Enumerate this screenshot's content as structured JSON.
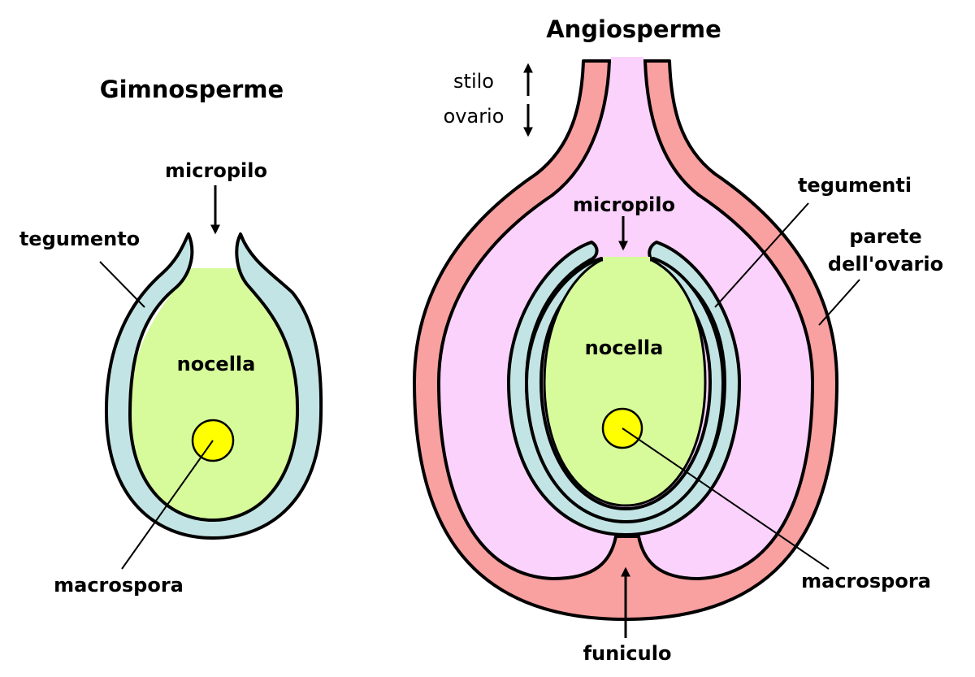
{
  "colors": {
    "nucellus": "#d7fb9b",
    "integument": "#c2e4e4",
    "ovary_wall": "#f9a0a0",
    "ovary_cavity": "#fbd2fb",
    "megaspore": "#ffff00",
    "outline": "#000000"
  },
  "gymnosperm": {
    "title": "Gimnosperme",
    "micropyle": "micropilo",
    "integument": "tegumento",
    "nucellus": "nocella",
    "megaspore": "macrospora"
  },
  "angiosperm": {
    "title": "Angiosperme",
    "style": "stilo",
    "ovary": "ovario",
    "micropyle": "micropilo",
    "integuments": "tegumenti",
    "ovary_wall_line1": "parete",
    "ovary_wall_line2": "dell'ovario",
    "nucellus": "nocella",
    "megaspore": "macrospora",
    "funiculus": "funiculo"
  }
}
